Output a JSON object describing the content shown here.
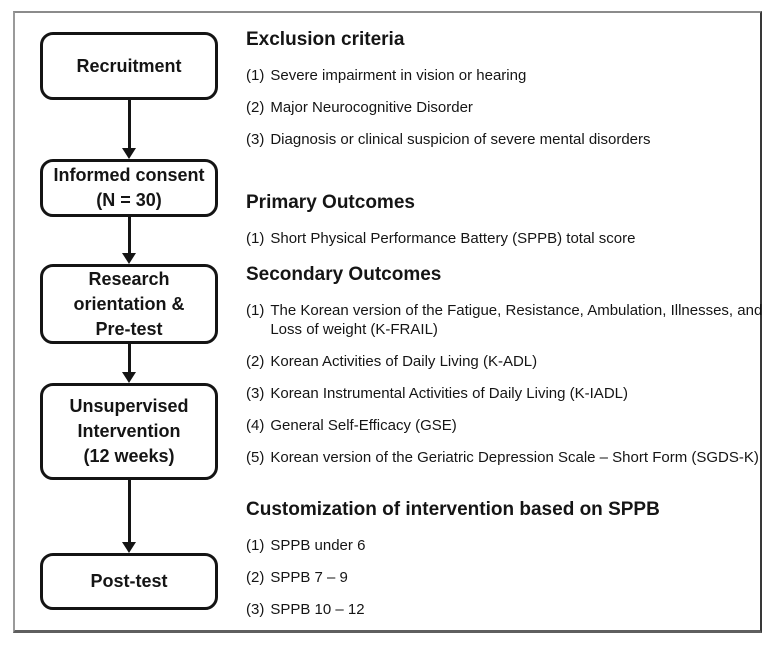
{
  "figure": {
    "boxes": [
      {
        "label": "Recruitment"
      },
      {
        "label": "Informed consent\n(N = 30)"
      },
      {
        "label": "Research\norientation &\nPre-test"
      },
      {
        "label": "Unsupervised\nIntervention\n(12 weeks)"
      },
      {
        "label": "Post-test"
      }
    ],
    "sections": [
      {
        "heading": "Exclusion criteria",
        "items": [
          {
            "num": "(1)",
            "text": "Severe impairment in vision or hearing"
          },
          {
            "num": "(2)",
            "text": "Major Neurocognitive Disorder"
          },
          {
            "num": "(3)",
            "text": "Diagnosis or clinical suspicion of severe mental disorders"
          }
        ]
      },
      {
        "heading": "Primary Outcomes",
        "items": [
          {
            "num": "(1)",
            "text": "Short Physical Performance Battery (SPPB) total score"
          }
        ]
      },
      {
        "heading": "Secondary Outcomes",
        "items": [
          {
            "num": "(1)",
            "text": "The Korean version of the Fatigue, Resistance, Ambulation, Illnesses, and\nLoss of weight (K-FRAIL)"
          },
          {
            "num": "(2)",
            "text": "Korean Activities of Daily Living (K-ADL)"
          },
          {
            "num": "(3)",
            "text": "Korean Instrumental Activities of Daily Living (K-IADL)"
          },
          {
            "num": "(4)",
            "text": "General Self-Efficacy (GSE)"
          },
          {
            "num": "(5)",
            "text": "Korean version of the Geriatric Depression Scale – Short Form (SGDS-K)"
          }
        ]
      },
      {
        "heading": "Customization of intervention based on SPPB",
        "items": [
          {
            "num": "(1)",
            "text": "SPPB under 6"
          },
          {
            "num": "(2)",
            "text": "SPPB 7 – 9"
          },
          {
            "num": "(3)",
            "text": "SPPB 10 – 12"
          }
        ]
      }
    ],
    "colors": {
      "box_border": "#141414",
      "text": "#151515",
      "frame_border": "#8b8b8b"
    }
  }
}
